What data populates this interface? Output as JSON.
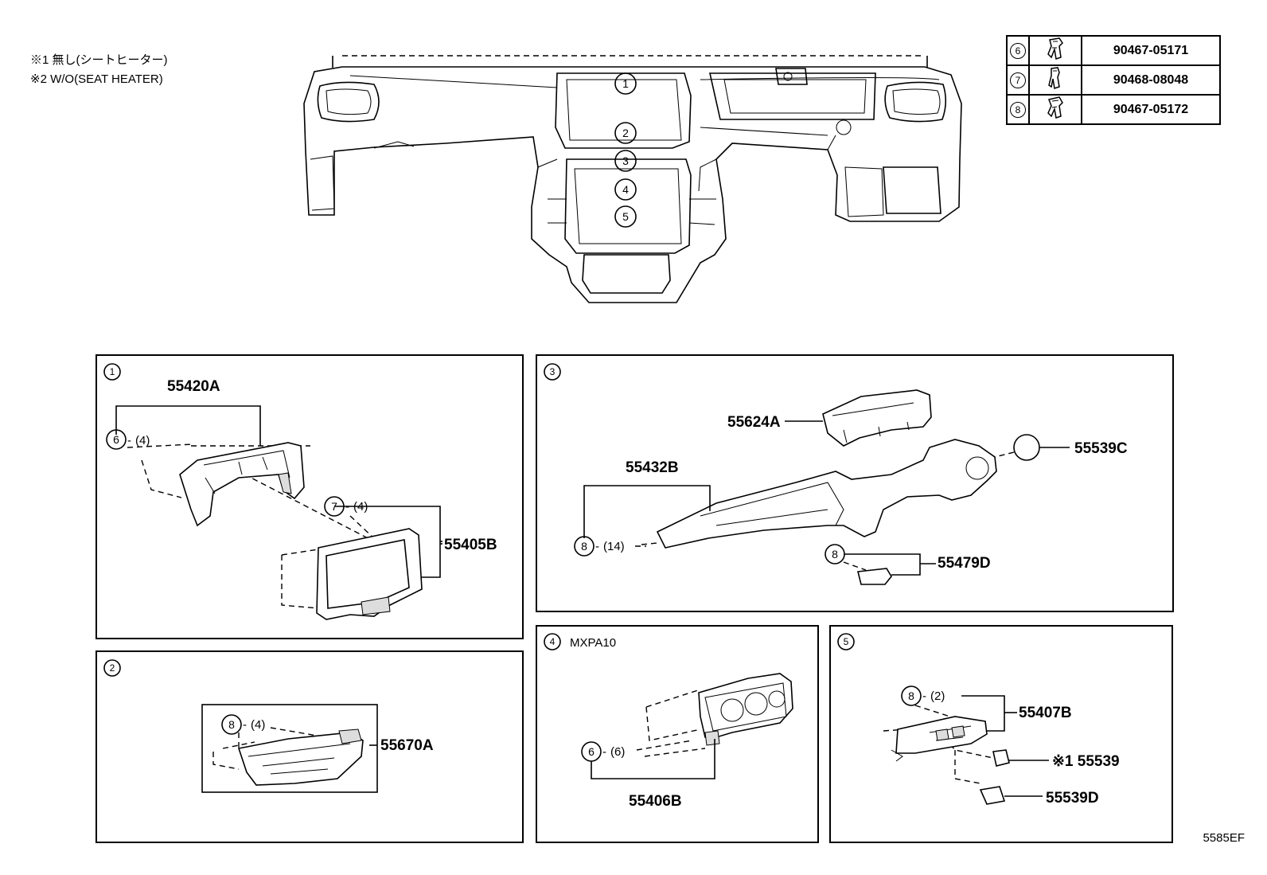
{
  "notes": {
    "line1": "※1 無し(シートヒーター)",
    "line2": "※2 W/O(SEAT HEATER)"
  },
  "fastener_table": [
    {
      "ref": "6",
      "icon": "clip-icon",
      "part_number": "90467-05171"
    },
    {
      "ref": "7",
      "icon": "clip-icon",
      "part_number": "90468-08048"
    },
    {
      "ref": "8",
      "icon": "clip-icon",
      "part_number": "90467-05172"
    }
  ],
  "overview_callouts": [
    "1",
    "2",
    "3",
    "4",
    "5"
  ],
  "panels": {
    "p1": {
      "ref": "1",
      "parts": {
        "a": "55420A",
        "b": "55405B"
      },
      "fasteners": [
        {
          "ref": "6",
          "qty": "(4)"
        },
        {
          "ref": "7",
          "qty": "(4)"
        }
      ]
    },
    "p2": {
      "ref": "2",
      "parts": {
        "a": "55670A"
      },
      "fasteners": [
        {
          "ref": "8",
          "qty": "(4)"
        }
      ]
    },
    "p3": {
      "ref": "3",
      "parts": {
        "a": "55624A",
        "b": "55539C",
        "c": "55432B",
        "d": "55479D"
      },
      "fasteners": [
        {
          "ref": "8",
          "qty": "(14)"
        },
        {
          "ref": "8",
          "qty": ""
        }
      ]
    },
    "p4": {
      "ref": "4",
      "title": "MXPA10",
      "parts": {
        "a": "55406B"
      },
      "fasteners": [
        {
          "ref": "6",
          "qty": "(6)"
        }
      ]
    },
    "p5": {
      "ref": "5",
      "parts": {
        "a": "55407B",
        "b": "※1 55539",
        "c": "55539D"
      },
      "fasteners": [
        {
          "ref": "8",
          "qty": "(2)"
        }
      ]
    }
  },
  "drawing_code": "5585EF"
}
